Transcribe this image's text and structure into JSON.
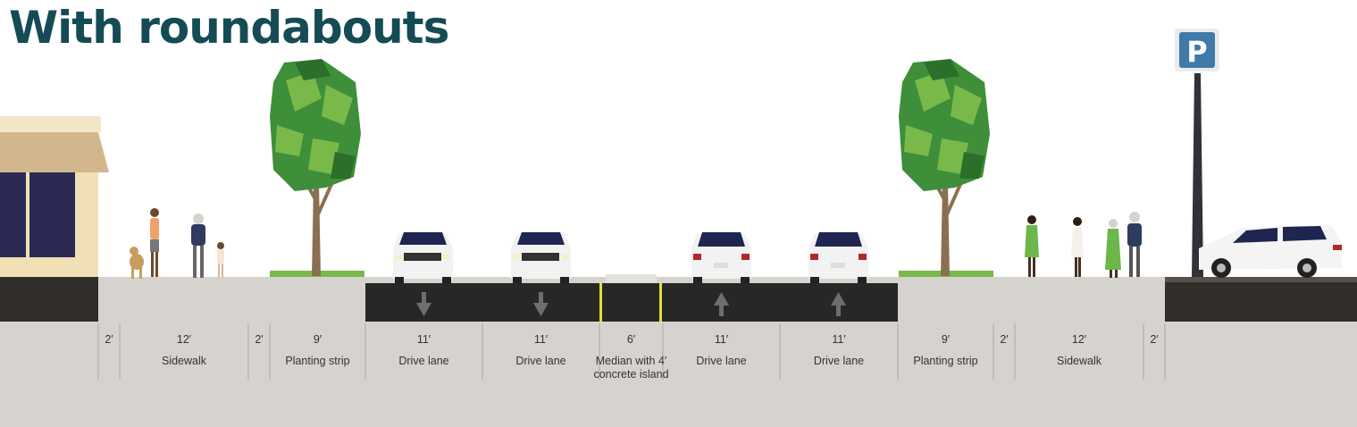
{
  "title": "With roundabouts",
  "parking_sign": {
    "letter": "P"
  },
  "segments": [
    {
      "width": "2′",
      "name": ""
    },
    {
      "width": "12′",
      "name": "Sidewalk"
    },
    {
      "width": "2′",
      "name": ""
    },
    {
      "width": "9′",
      "name": "Planting strip"
    },
    {
      "width": "11′",
      "name": "Drive lane",
      "direction": "down"
    },
    {
      "width": "11′",
      "name": "Drive lane",
      "direction": "down"
    },
    {
      "width": "6′",
      "name": "Median with 4′ concrete island"
    },
    {
      "width": "11′",
      "name": "Drive lane",
      "direction": "up"
    },
    {
      "width": "11′",
      "name": "Drive lane",
      "direction": "up"
    },
    {
      "width": "9′",
      "name": "Planting strip"
    },
    {
      "width": "2′",
      "name": ""
    },
    {
      "width": "12′",
      "name": "Sidewalk"
    },
    {
      "width": "2′",
      "name": ""
    }
  ],
  "colors": {
    "title": "#154b55",
    "asphalt": "#262826",
    "ground": "#d6d3ce",
    "median_line": "#e6dc3a",
    "sign": "#3f7aa8",
    "tree_dark": "#3e8e3a",
    "tree_light": "#79b94a"
  }
}
